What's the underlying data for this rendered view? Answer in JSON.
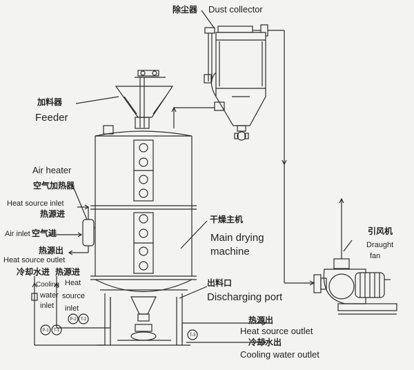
{
  "labels": {
    "dust_collector_cn": "除尘器",
    "dust_collector_en": "Dust collector",
    "feeder_cn": "加料器",
    "feeder_en": "Feeder",
    "air_heater_en": "Air heater",
    "air_heater_cn": "空气加热器",
    "heat_source_inlet_en": "Heat source inlet",
    "heat_source_inlet_cn": "热源进",
    "air_inlet_en": "Air inlet",
    "air_inlet_cn": "空气进",
    "heat_source_outlet_cn": "热源出",
    "heat_source_outlet_en": "Heat source outlet",
    "cooling_water_inlet_cn": "冷却水进",
    "heat_source_inlet_cn_2": "热源进",
    "cooling_en": "Cooling",
    "water_en": "water",
    "inlet_en": "inlet",
    "heat_en": "Heat",
    "source_en": "source",
    "inlet_en_2": "inlet",
    "main_dryer_cn": "干燥主机",
    "main_dryer_en_1": "Main drying",
    "main_dryer_en_2": "machine",
    "draught_fan_cn": "引风机",
    "draught_fan_en_1": "Draught",
    "draught_fan_en_2": "fan",
    "discharge_cn": "出料口",
    "discharge_en": "Discharging port",
    "heat_outlet_bottom_cn": "热源出",
    "heat_outlet_bottom_en": "Heat source outlet",
    "cooling_outlet_cn": "冷却水出",
    "cooling_outlet_en": "Cooling water outlet"
  },
  "gauges": {
    "g1": "P-1",
    "g2": "T-1",
    "g3": "P-2",
    "g4": "T-2",
    "g5": "T-3"
  },
  "colors": {
    "line": "#2a2a2a",
    "background": "#f3f3f1"
  }
}
